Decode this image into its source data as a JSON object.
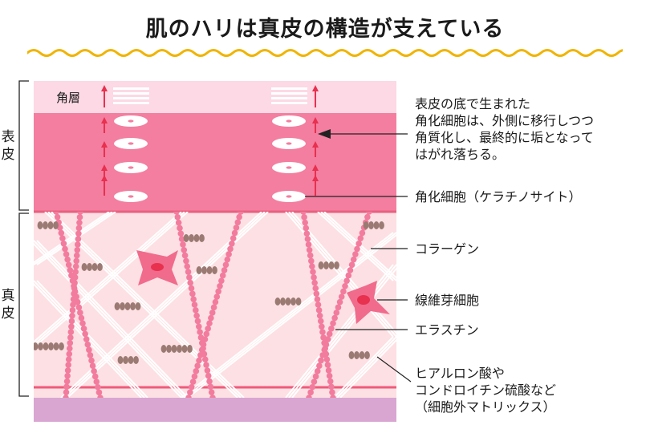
{
  "title": "肌のハリは真皮の構造が支えている",
  "side_labels": {
    "epidermis": "表皮",
    "dermis": "真皮"
  },
  "layer_label": "角層",
  "callouts": {
    "keratinocyte_desc": "表皮の底で生まれた\n角化細胞は、外側に移行しつつ\n角質化し、最終的に垢となって\nはがれ落ちる。",
    "keratinocyte": "角化細胞（ケラチノサイト）",
    "collagen": "コラーゲン",
    "fibroblast": "線維芽細胞",
    "elastin": "エラスチン",
    "matrix": "ヒアルロン酸や\nコンドロイチン硫酸など\n（細胞外マトリックス）"
  },
  "colors": {
    "stratum_corneum": "#fcd9e4",
    "epidermis": "#f47ea0",
    "dermis": "#fde0e3",
    "subcutis": "#d9a6d2",
    "fibroblast": "#f06b8c",
    "elastin": "#f27c9d",
    "matrix_beads": "#9a7a72",
    "arrow": "#e8304f",
    "wave": "#f0b400"
  }
}
